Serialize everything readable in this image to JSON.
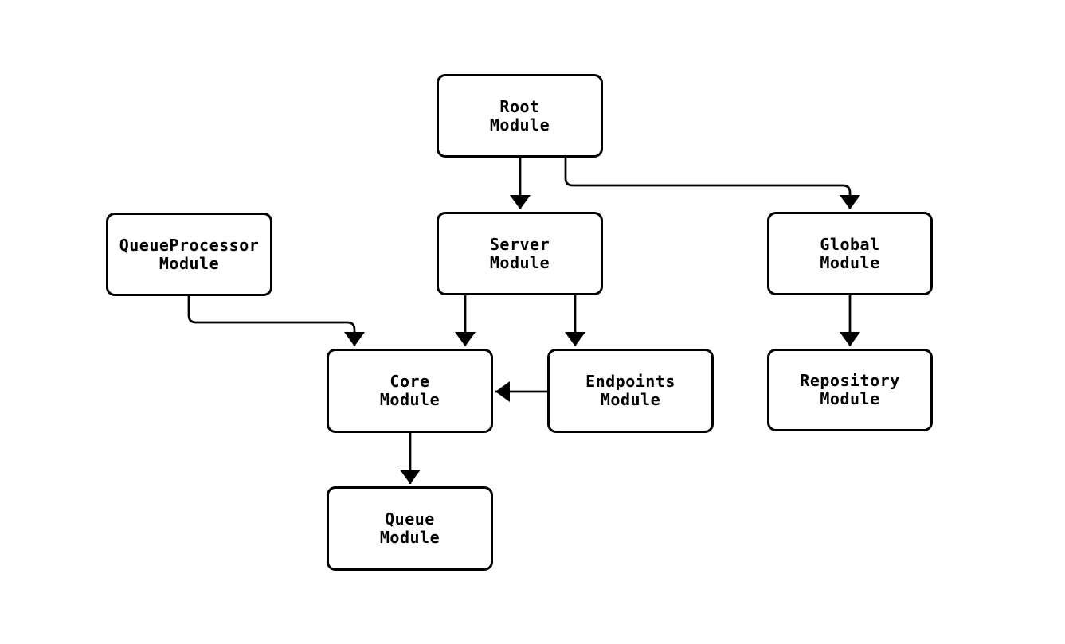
{
  "diagram": {
    "type": "module-dependency-graph",
    "background_color": "#ffffff",
    "node_fill_color": "#ffffff",
    "node_border_color": "#000000",
    "edge_color": "#000000",
    "text_color": "#000000",
    "nodes": [
      {
        "id": "root",
        "label": "Root\nModule"
      },
      {
        "id": "queueprocessor",
        "label": "QueueProcessor\nModule"
      },
      {
        "id": "server",
        "label": "Server\nModule"
      },
      {
        "id": "global",
        "label": "Global\nModule"
      },
      {
        "id": "core",
        "label": "Core\nModule"
      },
      {
        "id": "endpoints",
        "label": "Endpoints\nModule"
      },
      {
        "id": "repository",
        "label": "Repository\nModule"
      },
      {
        "id": "queue",
        "label": "Queue\nModule"
      }
    ],
    "edges": [
      {
        "from": "Root Module",
        "to": "Server Module",
        "arrow": "filled-triangle"
      },
      {
        "from": "Root Module",
        "to": "Global Module",
        "arrow": "filled-triangle"
      },
      {
        "from": "QueueProcessor Module",
        "to": "Core Module",
        "arrow": "filled-triangle"
      },
      {
        "from": "Server Module",
        "to": "Core Module",
        "arrow": "filled-triangle"
      },
      {
        "from": "Server Module",
        "to": "Endpoints Module",
        "arrow": "filled-triangle"
      },
      {
        "from": "Endpoints Module",
        "to": "Core Module",
        "arrow": "filled-triangle"
      },
      {
        "from": "Global Module",
        "to": "Repository Module",
        "arrow": "filled-triangle"
      },
      {
        "from": "Core Module",
        "to": "Queue Module",
        "arrow": "filled-triangle"
      }
    ]
  }
}
